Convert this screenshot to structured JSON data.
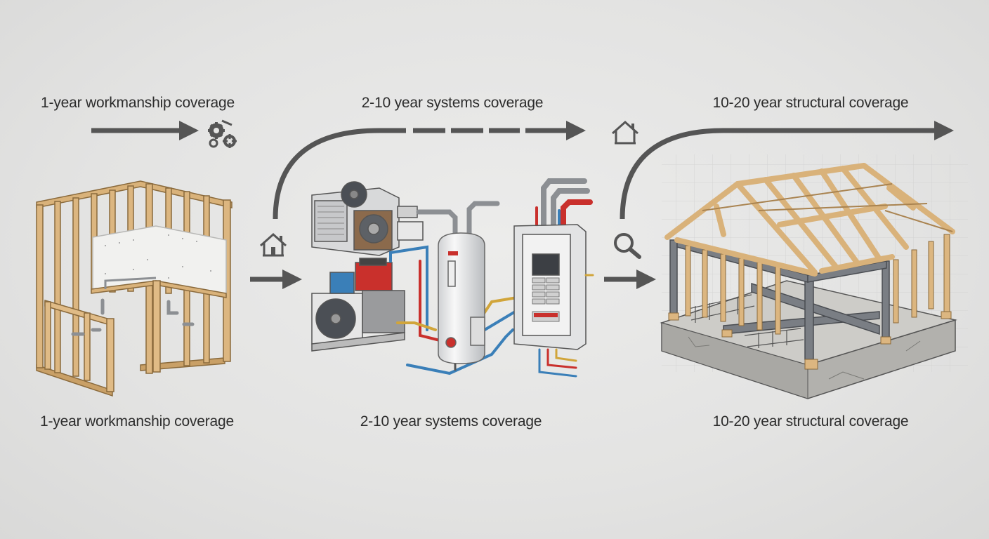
{
  "stages": [
    {
      "id": "workmanship",
      "top_label": "1-year workmanship coverage",
      "bottom_label": "1-year workmanship coverage",
      "icon": "gears-icon"
    },
    {
      "id": "systems",
      "top_label": "2-10 year systems coverage",
      "bottom_label": "2-10 year systems coverage",
      "icon": "house-icon"
    },
    {
      "id": "structural",
      "top_label": "10-20 year structural coverage",
      "bottom_label": "10-20 year structural coverage",
      "icon": "magnifier-icon"
    }
  ],
  "colors": {
    "arrow": "#555555",
    "wood": "#d9b27a",
    "wood_edge": "#8a6a3c",
    "steel": "#7a7e84",
    "concrete": "#bdbcb8",
    "accent_red": "#c9302c",
    "accent_blue": "#3a7fb8"
  }
}
